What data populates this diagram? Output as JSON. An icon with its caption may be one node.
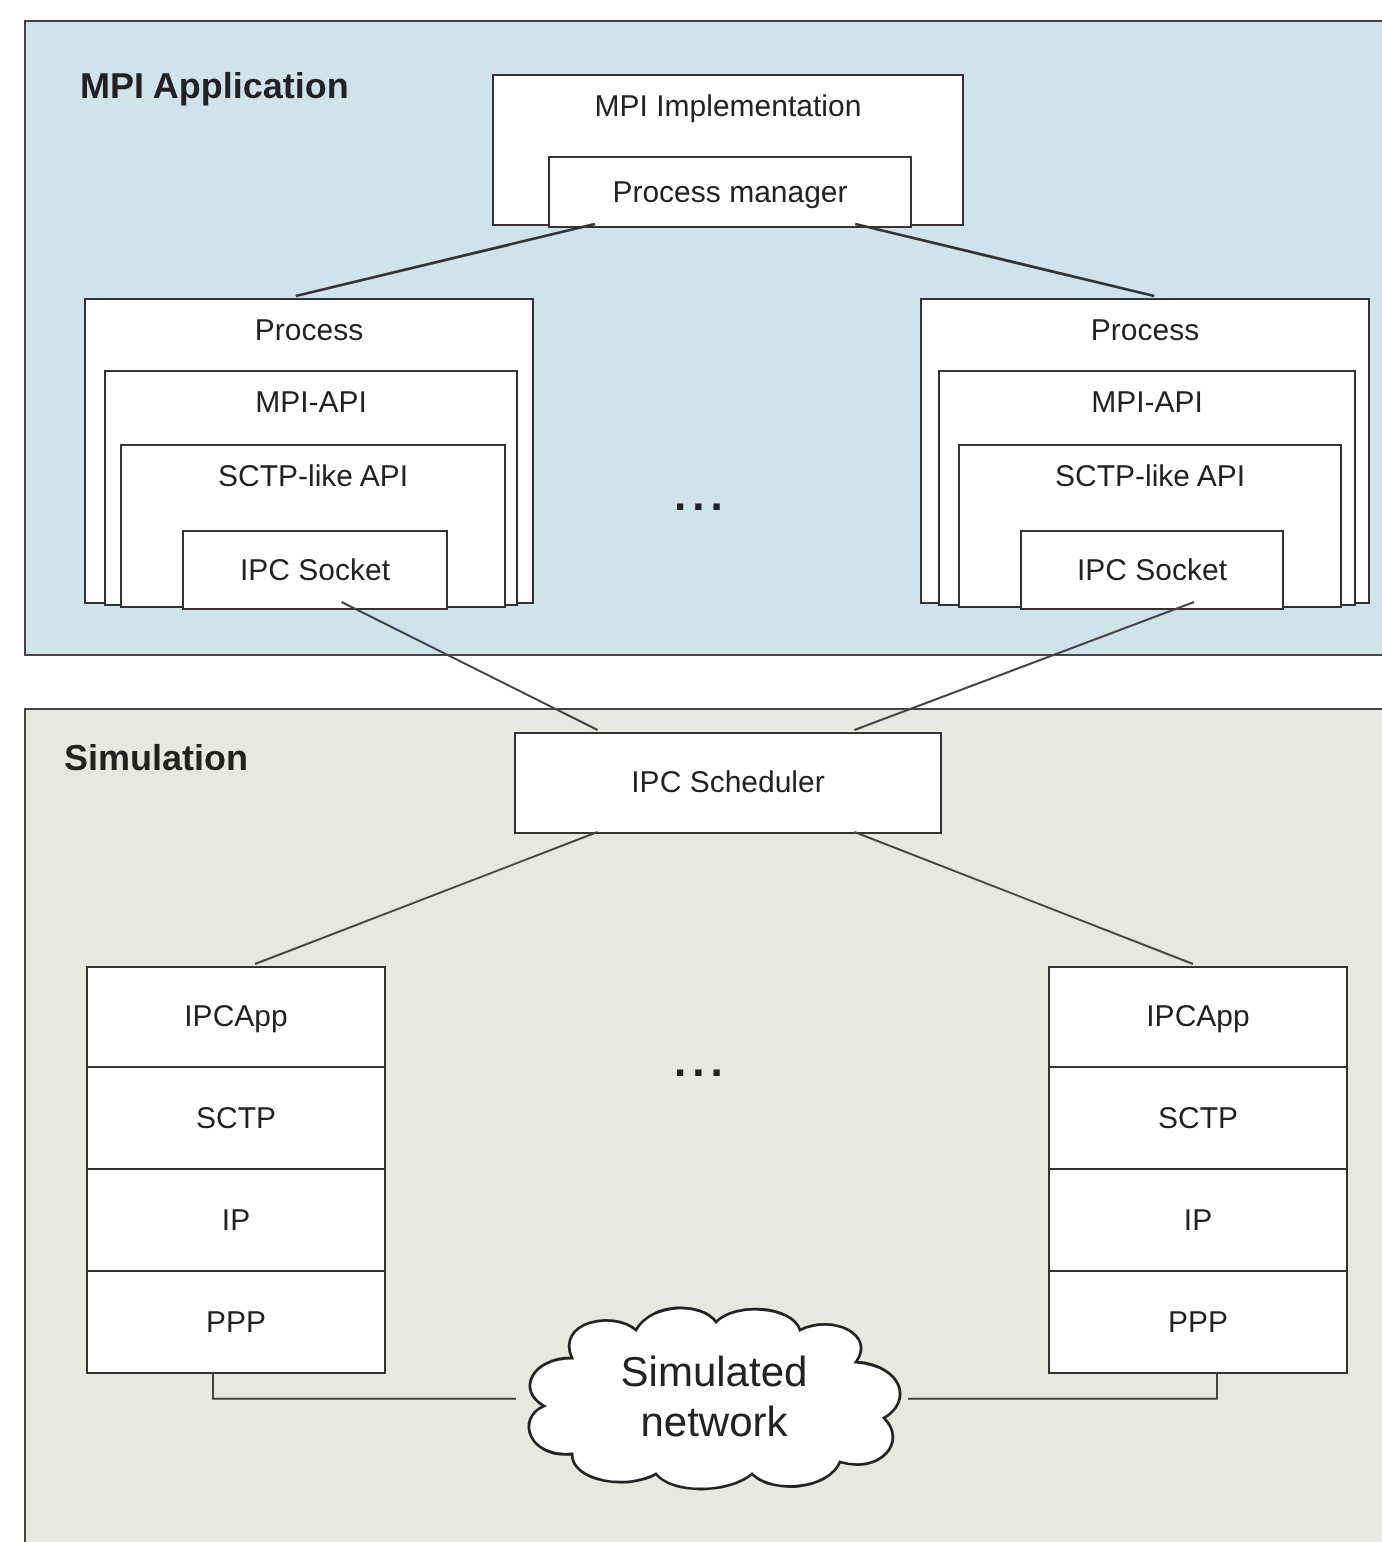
{
  "diagram": {
    "nodes": [
      {
        "text": [
          "MPI Application"
        ]
      },
      {
        "text": [
          "MPI Implementation"
        ],
        "in": 0
      },
      {
        "text": [
          "Process manager"
        ],
        "in": 1
      },
      {
        "text": [
          "Process"
        ],
        "in": 0
      },
      {
        "text": [
          "MPI-API"
        ],
        "in": 3
      },
      {
        "text": [
          "SCTP-like API"
        ],
        "in": 4
      },
      {
        "text": [
          "IPC Socket"
        ],
        "in": 5
      },
      {
        "text": [
          "Process"
        ],
        "in": 0
      },
      {
        "text": [
          "MPI-API"
        ],
        "in": 7
      },
      {
        "text": [
          "SCTP-like API"
        ],
        "in": 8
      },
      {
        "text": [
          "IPC Socket"
        ],
        "in": 9
      },
      {
        "text": [
          "Simulation"
        ]
      },
      {
        "text": [
          "IPC Scheduler"
        ],
        "in": 11
      },
      {
        "text": [
          "IPCApp"
        ],
        "in": 11
      },
      {
        "text": [
          "SCTP"
        ],
        "in": 11
      },
      {
        "text": [
          "IP"
        ],
        "in": 11
      },
      {
        "text": [
          "PPP"
        ],
        "in": 11
      },
      {
        "text": [
          "IPCApp"
        ],
        "in": 11
      },
      {
        "text": [
          "SCTP"
        ],
        "in": 11
      },
      {
        "text": [
          "IP"
        ],
        "in": 11
      },
      {
        "text": [
          "PPP"
        ],
        "in": 11
      },
      {
        "text": [
          "Simulated network"
        ],
        "in": 11
      }
    ],
    "edges": [
      {
        "from": 2,
        "to": 3,
        "arrow": "none"
      },
      {
        "from": 2,
        "to": 7,
        "arrow": "none"
      },
      {
        "from": 6,
        "to": 12,
        "arrow": "none"
      },
      {
        "from": 10,
        "to": 12,
        "arrow": "none"
      },
      {
        "from": 12,
        "to": 13,
        "arrow": "none"
      },
      {
        "from": 12,
        "to": 17,
        "arrow": "none"
      },
      {
        "from": 16,
        "to": 21,
        "arrow": "none"
      },
      {
        "from": 21,
        "to": 20,
        "arrow": "none"
      }
    ],
    "labels": [
      "...",
      "..."
    ]
  }
}
